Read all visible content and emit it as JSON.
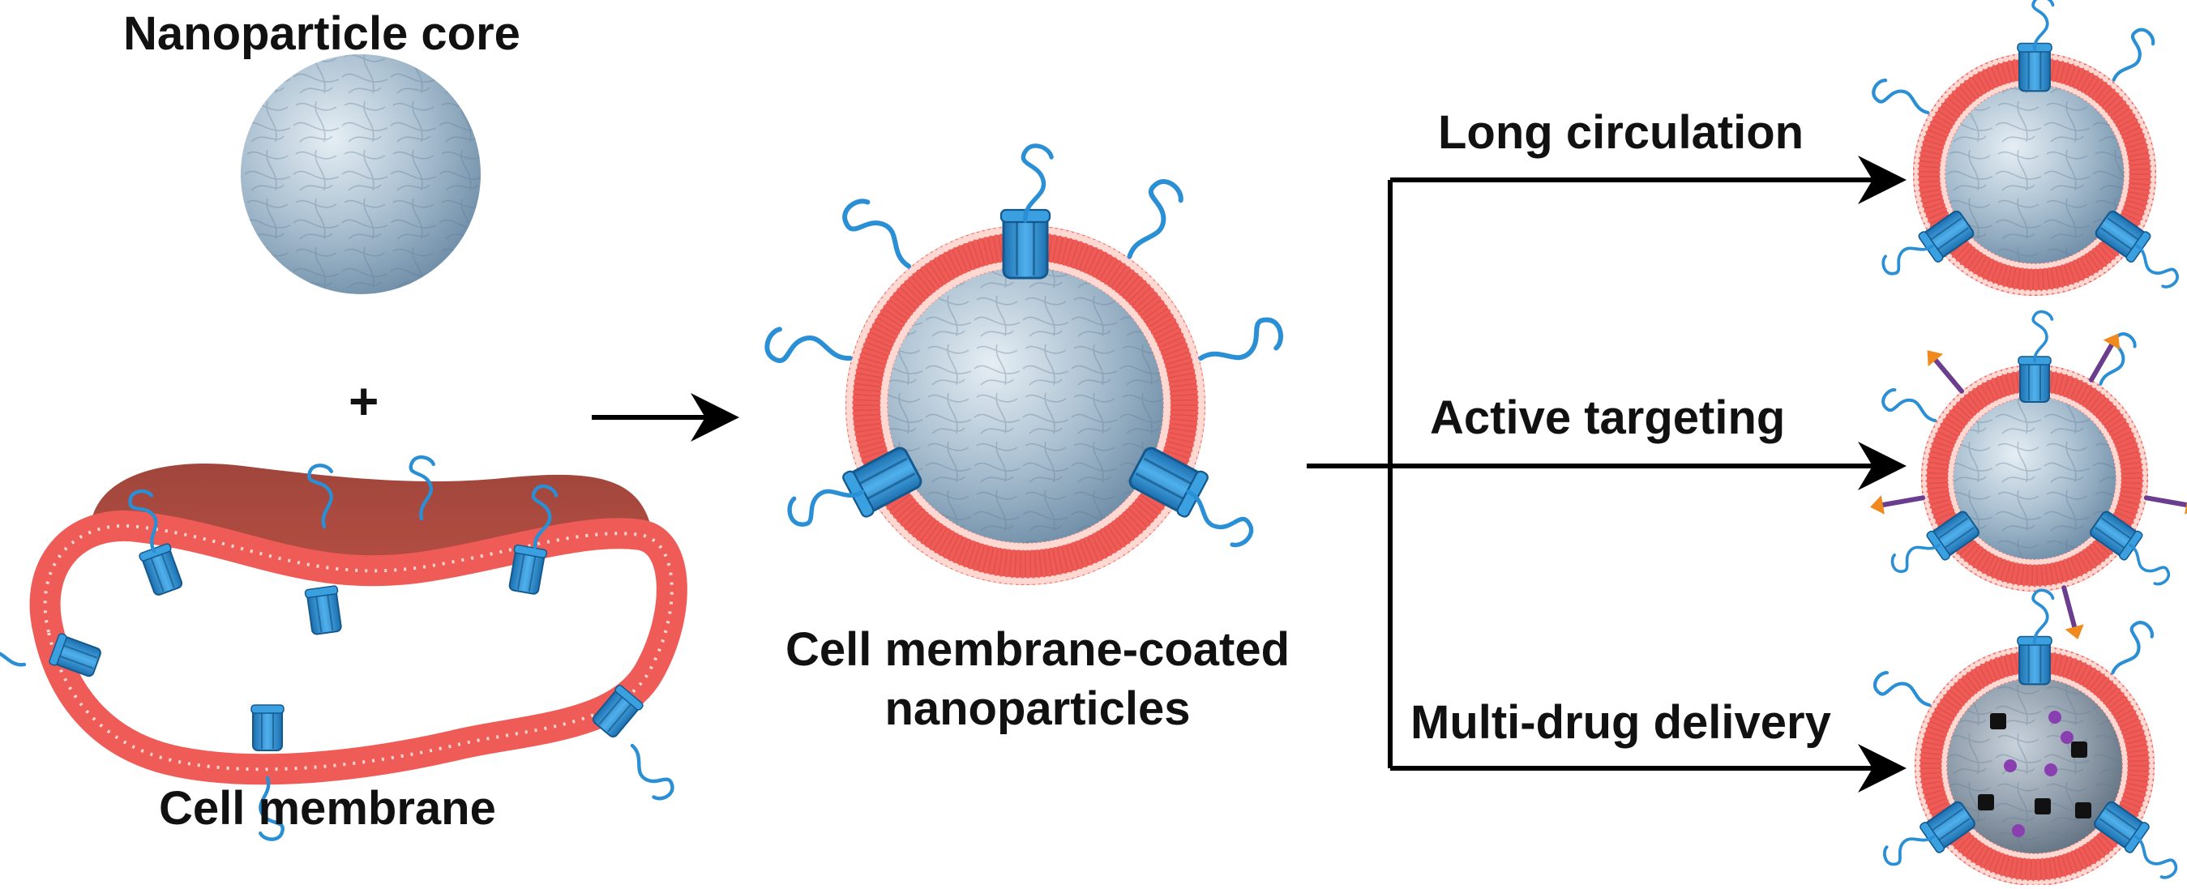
{
  "labels": {
    "core": "Nanoparticle core",
    "plus": "+",
    "membrane": "Cell membrane",
    "coated_line1": "Cell membrane-coated",
    "coated_line2": "nanoparticles",
    "long": "Long circulation",
    "active": "Active targeting",
    "multi": "Multi-drug delivery"
  },
  "colors": {
    "membrane": "#ef5b56",
    "membrane_dark": "#c04b40",
    "protein": "#2a8fd4",
    "core": "#a7bccd",
    "ligand": "#6a3d8e",
    "ligand_tip": "#f08a1e",
    "drug_black": "#111111",
    "drug_purple": "#8a3fb0",
    "arrow": "#000000"
  },
  "icons": {
    "protein": "membrane-protein-icon",
    "glycan": "glycan-chain-icon",
    "ligand": "targeting-ligand-icon",
    "drug": "drug-molecule-icon"
  }
}
